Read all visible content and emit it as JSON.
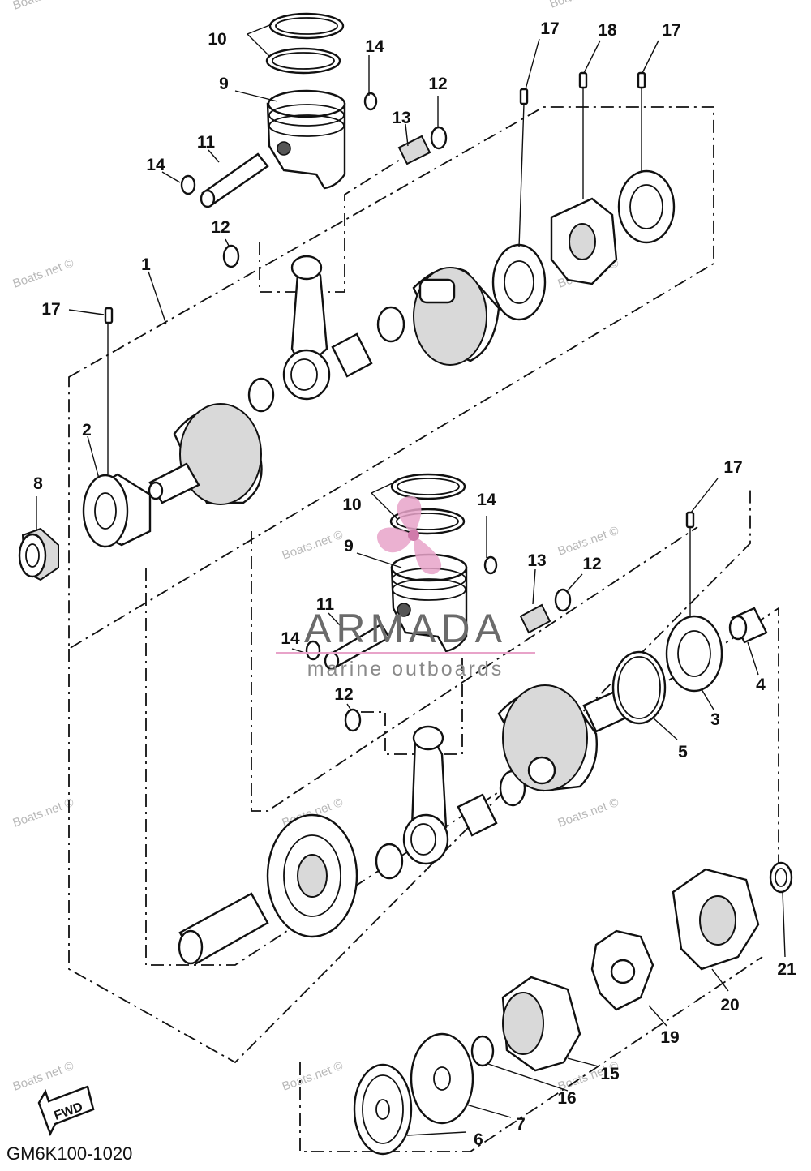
{
  "callouts": {
    "c1": "1",
    "c2": "2",
    "c3": "3",
    "c4": "4",
    "c5": "5",
    "c6": "6",
    "c7": "7",
    "c8": "8",
    "c9a": "9",
    "c9b": "9",
    "c10a": "10",
    "c10b": "10",
    "c11a": "11",
    "c11b": "11",
    "c12a": "12",
    "c12b": "12",
    "c12c": "12",
    "c12d": "12",
    "c13a": "13",
    "c13b": "13",
    "c14a": "14",
    "c14b": "14",
    "c14c": "14",
    "c14d": "14",
    "c15": "15",
    "c16": "16",
    "c17a": "17",
    "c17b": "17",
    "c17c": "17",
    "c17d": "17",
    "c18": "18",
    "c19": "19",
    "c20": "20",
    "c21": "21"
  },
  "watermark": "Boats.net ©",
  "logo": {
    "name": "ARMADA",
    "tagline": "marine outboards"
  },
  "fwd_label": "FWD",
  "diagram_code": "GM6K100-1020",
  "colors": {
    "line": "#111111",
    "logo_pink": "#e8a3c9",
    "logo_gray": "#6b6b6b"
  }
}
